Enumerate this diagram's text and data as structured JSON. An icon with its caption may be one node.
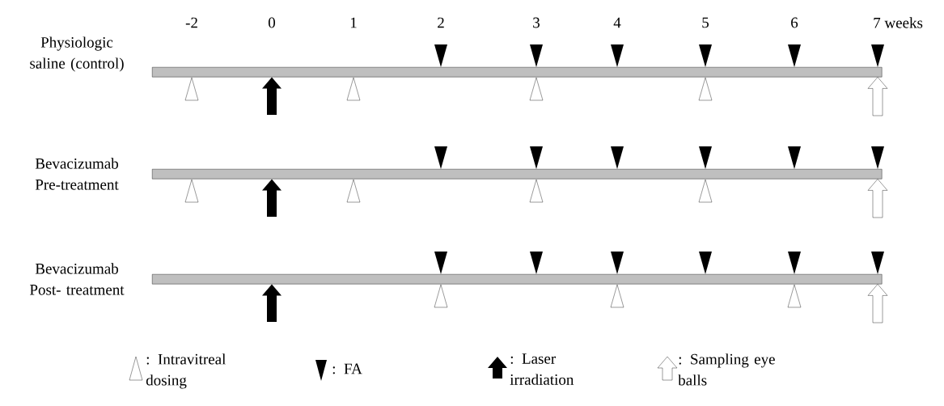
{
  "diagram": {
    "nodes": [
      {
        "text": [
          "Physiologic saline (control)"
        ]
      },
      {
        "text": [
          "Bevacizumab Pre-treatment"
        ]
      },
      {
        "text": [
          "Bevacizumab Post- treatment"
        ]
      }
    ],
    "edges": [
      {
        "from": null,
        "to": 0,
        "arrow": "to"
      },
      {
        "from": null,
        "to": 0,
        "arrow": "to",
        "color": "#ffffff"
      },
      {
        "from": null,
        "to": 1,
        "arrow": "to"
      },
      {
        "from": null,
        "to": 1,
        "arrow": "to",
        "color": "#ffffff"
      },
      {
        "from": null,
        "to": 2,
        "arrow": "to"
      },
      {
        "from": null,
        "to": 2,
        "arrow": "to",
        "color": "#ffffff"
      }
    ],
    "labels": [
      "-2",
      "0",
      "1",
      "2",
      "3",
      "4",
      "5",
      "6",
      "7 weeks"
    ],
    "legend": [
      {
        "text": ": Intravitreal dosing"
      },
      {
        "text": ": FA"
      },
      {
        "text": ": Laser irradiation"
      },
      {
        "text": ": Sampling eye balls"
      }
    ]
  }
}
